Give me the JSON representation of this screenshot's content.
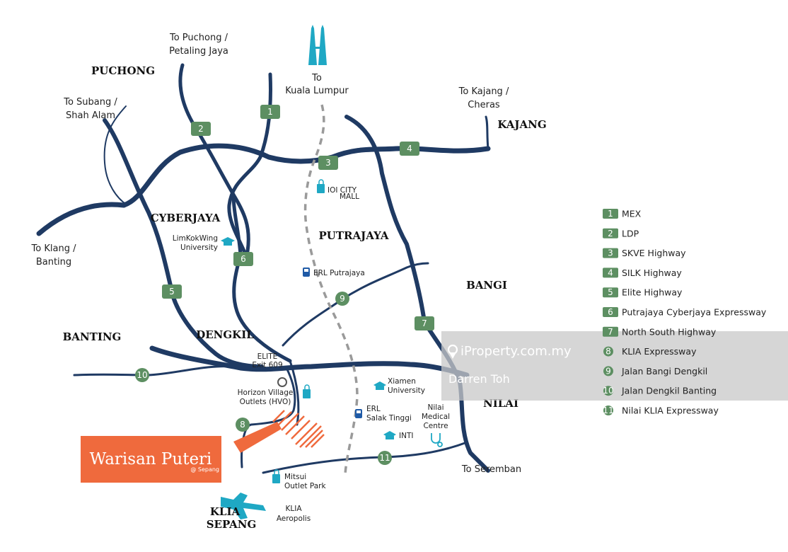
{
  "places": {
    "puchong": "PUCHONG",
    "kajang": "KAJANG",
    "cyberjaya": "CYBERJAYA",
    "putrajaya": "PUTRAJAYA",
    "bangi": "BANGI",
    "banting": "BANTING",
    "dengkil": "DENGKIL",
    "nilai": "NILAI",
    "klia1": "KLIA",
    "klia2": "SEPANG"
  },
  "destinations": {
    "puchong1": "To Puchong /",
    "puchong2": "Petaling Jaya",
    "kl1": "To",
    "kl2": "Kuala Lumpur",
    "subang1": "To Subang /",
    "subang2": "Shah Alam",
    "kajang1": "To Kajang /",
    "kajang2": "Cheras",
    "klang1": "To Klang /",
    "klang2": "Banting",
    "seremban": "To Seremban"
  },
  "pois": {
    "ioi_mall_main": "IOI CITY",
    "ioi_mall_sub": "MALL",
    "limkokwing1": "LimKokWing",
    "limkokwing2": "University",
    "erl_putrajaya": "ERL Putrajaya",
    "elite1": "ELITE",
    "elite2": "Exit 609",
    "hvo1": "Horizon Village",
    "hvo2": "Outlets (HVO)",
    "xiamen1": "Xiamen",
    "xiamen2": "University",
    "erl_salak1": "ERL",
    "erl_salak2": "Salak Tinggi",
    "nilai_med1": "Nilai",
    "nilai_med2": "Medical",
    "nilai_med3": "Centre",
    "inti": "INTI",
    "mitsui1": "Mitsui",
    "mitsui2": "Outlet Park",
    "aeropolis1": "KLIA",
    "aeropolis2": "Aeropolis"
  },
  "highway_markers": {
    "m1": "1",
    "m2": "2",
    "m3": "3",
    "m4": "4",
    "m5": "5",
    "m6": "6",
    "m7": "7",
    "m8": "8",
    "m9": "9",
    "m10": "10",
    "m11": "11"
  },
  "legend": [
    {
      "num": "1",
      "label": "MEX",
      "shape": "square"
    },
    {
      "num": "2",
      "label": "LDP",
      "shape": "square"
    },
    {
      "num": "3",
      "label": "SKVE Highway",
      "shape": "square"
    },
    {
      "num": "4",
      "label": "SILK Highway",
      "shape": "square"
    },
    {
      "num": "5",
      "label": "Elite Highway",
      "shape": "square"
    },
    {
      "num": "6",
      "label": "Putrajaya Cyberjaya Expressway",
      "shape": "square"
    },
    {
      "num": "7",
      "label": "North South Highway",
      "shape": "square"
    },
    {
      "num": "8",
      "label": "KLIA Expressway",
      "shape": "circle"
    },
    {
      "num": "9",
      "label": "Jalan Bangi Dengkil",
      "shape": "circle"
    },
    {
      "num": "10",
      "label": "Jalan Dengkil Banting",
      "shape": "circle"
    },
    {
      "num": "11",
      "label": "Nilai KLIA Expressway",
      "shape": "circle"
    }
  ],
  "brand": {
    "name": "Warisan Puteri",
    "sub": "@ Sepang"
  },
  "watermark": {
    "site": "iProperty.com.my",
    "agent": "Darren Toh"
  },
  "colors": {
    "road": "#1f3a63",
    "marker": "#5d8f62",
    "accent": "#ef6a3d",
    "poi_icon": "#1fa8c4",
    "rail": "#9a9a9a"
  }
}
